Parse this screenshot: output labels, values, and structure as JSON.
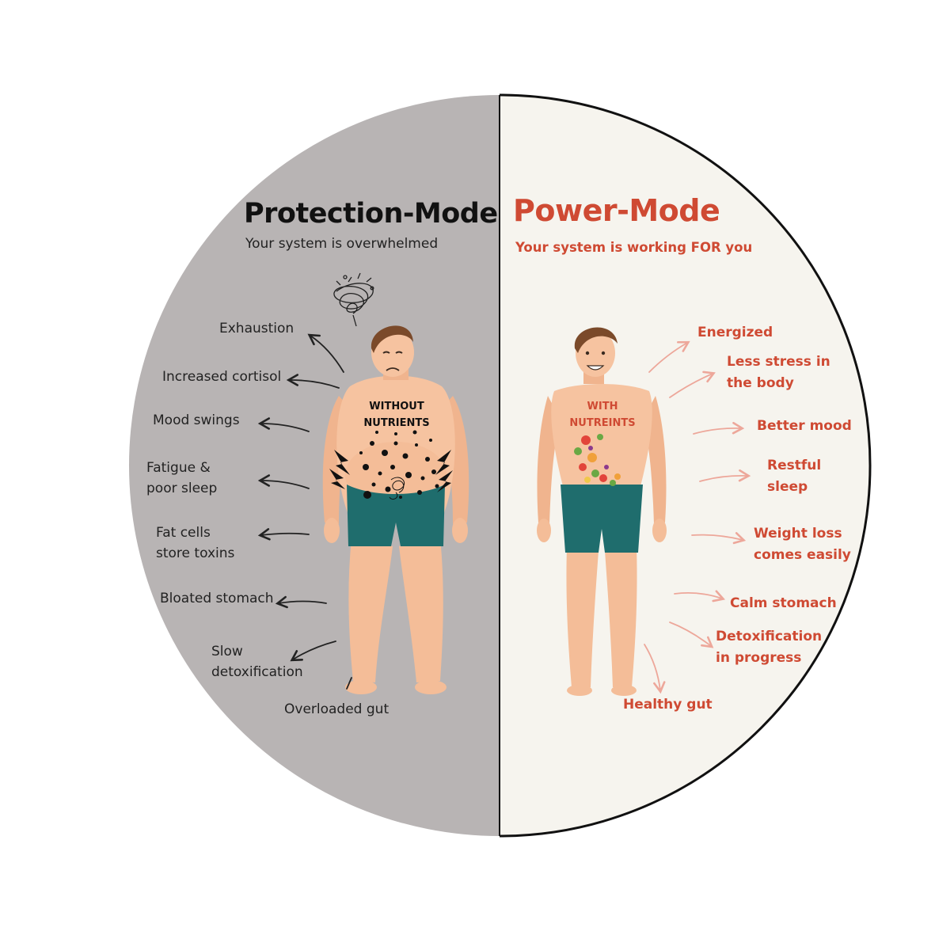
{
  "left_panel": {
    "title": "Protection-Mode",
    "subtitle": "Your system is overwhelmed",
    "chest_label_line1": "WITHOUT",
    "chest_label_line2": "NUTRIENTS",
    "labels": {
      "exhaustion": "Exhaustion",
      "cortisol": "Increased cortisol",
      "mood": "Mood swings",
      "fatigue_1": "Fatigue &",
      "fatigue_2": "poor sleep",
      "fat_1": "Fat cells",
      "fat_2": "store toxins",
      "bloated": "Bloated stomach",
      "detox_1": "Slow",
      "detox_2": "detoxification",
      "gut": "Overloaded gut"
    }
  },
  "right_panel": {
    "title": "Power-Mode",
    "subtitle": "Your system is working FOR you",
    "chest_label_line1": "WITH",
    "chest_label_line2": "NUTREINTS",
    "labels": {
      "energized": "Energized",
      "stress_1": "Less stress in",
      "stress_2": "the body",
      "mood": "Better mood",
      "sleep_1": "Restful",
      "sleep_2": "sleep",
      "weight_1": "Weight loss",
      "weight_2": "comes easily",
      "stomach": "Calm stomach",
      "detox_1": "Detoxification",
      "detox_2": "in progress",
      "gut": "Healthy gut"
    }
  },
  "colors": {
    "left_bg": "#b8b4b4",
    "right_bg": "#f6f4ee",
    "accent": "#cf4a33",
    "skin": "#f6c3a0",
    "shorts": "#1f6d6d",
    "hair": "#7b4a2a"
  },
  "icons": [
    "stress-scribble-icon",
    "lightning-bolt-icon",
    "toxin-dots-icon",
    "vegetables-icon",
    "arrow-icon"
  ]
}
